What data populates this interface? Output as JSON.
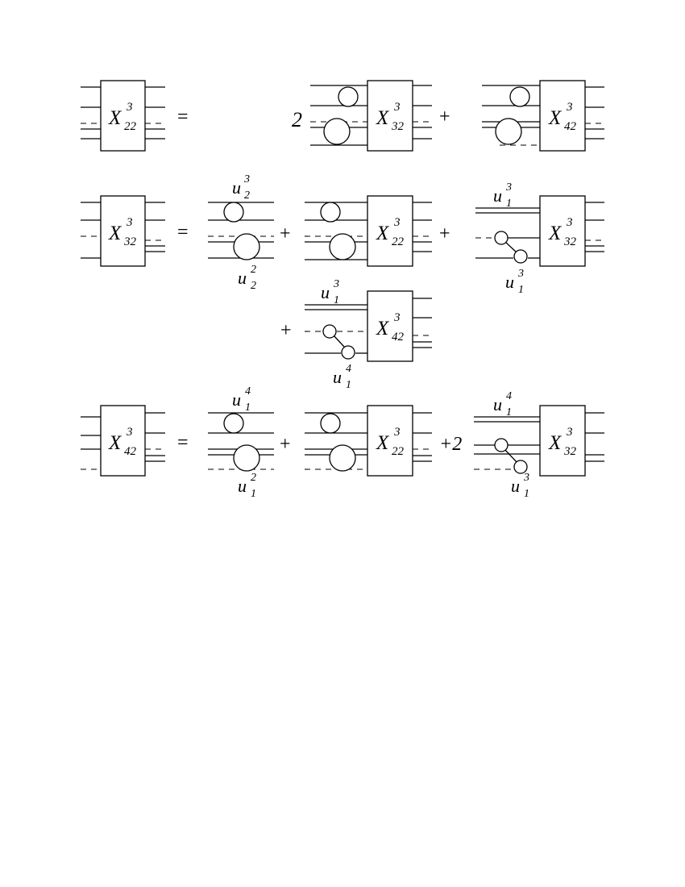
{
  "equations": [
    {
      "lhs": {
        "label": "X",
        "sup": "3",
        "sub": "22"
      },
      "eq": "=",
      "terms": [
        {
          "prefix": "2",
          "box": {
            "label": "X",
            "sup": "3",
            "sub": "32"
          }
        },
        {
          "prefix": "+",
          "box": {
            "label": "X",
            "sup": "3",
            "sub": "42"
          }
        }
      ]
    },
    {
      "lhs": {
        "label": "X",
        "sup": "3",
        "sub": "32"
      },
      "eq": "=",
      "terms": [
        {
          "prefix": "",
          "top_label": {
            "base": "u",
            "sup": "3",
            "sub": "2"
          },
          "bottom_label": {
            "base": "u",
            "sup": "2",
            "sub": "2"
          }
        },
        {
          "prefix": "+",
          "box": {
            "label": "X",
            "sup": "3",
            "sub": "22"
          }
        },
        {
          "prefix": "+",
          "box": {
            "label": "X",
            "sup": "3",
            "sub": "32"
          },
          "top_label": {
            "base": "u",
            "sup": "3",
            "sub": "1"
          },
          "bottom_label": {
            "base": "u",
            "sup": "3",
            "sub": "1"
          }
        },
        {
          "prefix": "+",
          "box": {
            "label": "X",
            "sup": "3",
            "sub": "42"
          },
          "top_label": {
            "base": "u",
            "sup": "3",
            "sub": "1"
          },
          "bottom_label": {
            "base": "u",
            "sup": "4",
            "sub": "1"
          }
        }
      ]
    },
    {
      "lhs": {
        "label": "X",
        "sup": "3",
        "sub": "42"
      },
      "eq": "=",
      "terms": [
        {
          "prefix": "",
          "top_label": {
            "base": "u",
            "sup": "4",
            "sub": "1"
          },
          "bottom_label": {
            "base": "u",
            "sup": "2",
            "sub": "1"
          }
        },
        {
          "prefix": "+",
          "box": {
            "label": "X",
            "sup": "3",
            "sub": "22"
          }
        },
        {
          "prefix": "+2",
          "box": {
            "label": "X",
            "sup": "3",
            "sub": "32"
          },
          "top_label": {
            "base": "u",
            "sup": "4",
            "sub": "1"
          },
          "bottom_label": {
            "base": "u",
            "sup": "3",
            "sub": "1"
          }
        }
      ]
    }
  ]
}
